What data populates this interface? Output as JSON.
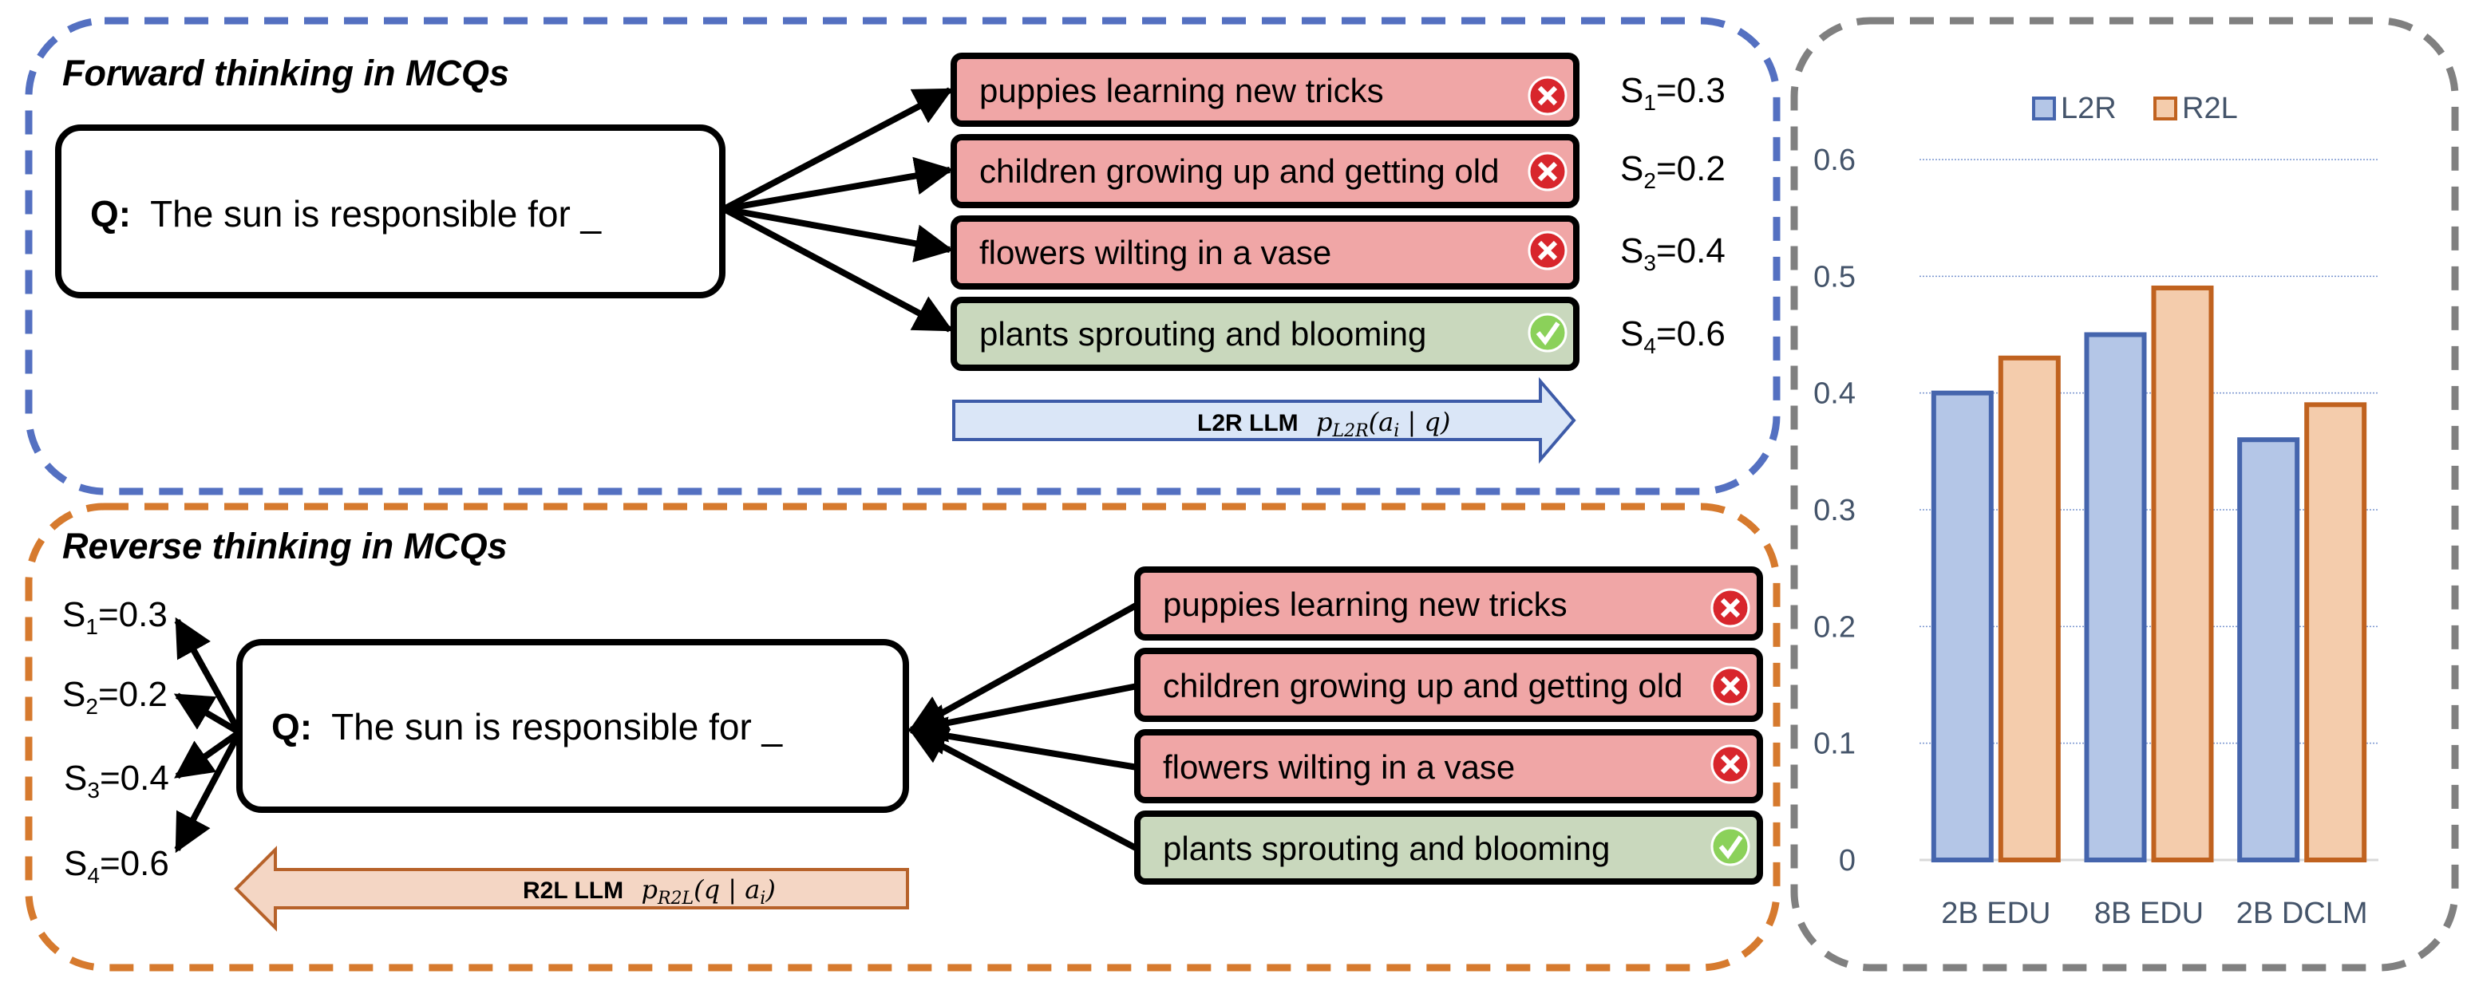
{
  "forward": {
    "title": "Forward thinking in MCQs",
    "question_prefix": "Q:",
    "question": "The sun is responsible for _",
    "options": [
      {
        "text": "puppies learning new tricks",
        "correct": false,
        "score_sub": "1",
        "score": "=0.3"
      },
      {
        "text": "children growing up and getting old",
        "correct": false,
        "score_sub": "2",
        "score": "=0.2"
      },
      {
        "text": "flowers wilting in a vase",
        "correct": false,
        "score_sub": "3",
        "score": "=0.4"
      },
      {
        "text": "plants sprouting and blooming",
        "correct": true,
        "score_sub": "4",
        "score": "=0.6"
      }
    ],
    "model_label": "L2R LLM",
    "formula_main": "p",
    "formula_sub": "L2R",
    "formula_args": "(a",
    "formula_args_sub": "i",
    "formula_cond": " | q)"
  },
  "reverse": {
    "title": "Reverse thinking in MCQs",
    "question_prefix": "Q:",
    "question": "The sun is responsible for _",
    "options": [
      {
        "text": "puppies learning new tricks",
        "correct": false,
        "score_sub": "1",
        "score": "=0.3"
      },
      {
        "text": "children growing up and getting old",
        "correct": false,
        "score_sub": "2",
        "score": "=0.2"
      },
      {
        "text": "flowers wilting in a vase",
        "correct": false,
        "score_sub": "3",
        "score": "=0.4"
      },
      {
        "text": "plants sprouting and blooming",
        "correct": true,
        "score_sub": "4",
        "score": "=0.6"
      }
    ],
    "model_label": "R2L LLM",
    "formula_main": "p",
    "formula_sub": "R2L",
    "formula_args": "(q | a",
    "formula_args_sub": "i",
    "formula_cond": ")"
  },
  "score_letter": "S",
  "colors": {
    "forward_border": "#5470c1",
    "reverse_border": "#d67a2e",
    "chart_border": "#808080",
    "wrong_fill": "#f0a6a6",
    "right_fill": "#c9d8bd",
    "l2r_arrow_fill": "#dae6f7",
    "l2r_arrow_stroke": "#3d5ba8",
    "r2l_arrow_fill": "#f4d6c4",
    "r2l_arrow_stroke": "#b7622a",
    "l2r_bar": "#b4c6e7",
    "l2r_bar_stroke": "#4565ad",
    "r2l_bar": "#f4ccac",
    "r2l_bar_stroke": "#c0621f"
  },
  "chart_data": {
    "type": "bar",
    "categories": [
      "2B EDU",
      "8B EDU",
      "2B DCLM"
    ],
    "series": [
      {
        "name": "L2R",
        "values": [
          0.4,
          0.45,
          0.36
        ]
      },
      {
        "name": "R2L",
        "values": [
          0.43,
          0.49,
          0.39
        ]
      }
    ],
    "yticks": [
      "0",
      "0.1",
      "0.2",
      "0.3",
      "0.4",
      "0.5",
      "0.6"
    ],
    "ylim": [
      0,
      0.6
    ],
    "grid": true,
    "legend": "top"
  }
}
